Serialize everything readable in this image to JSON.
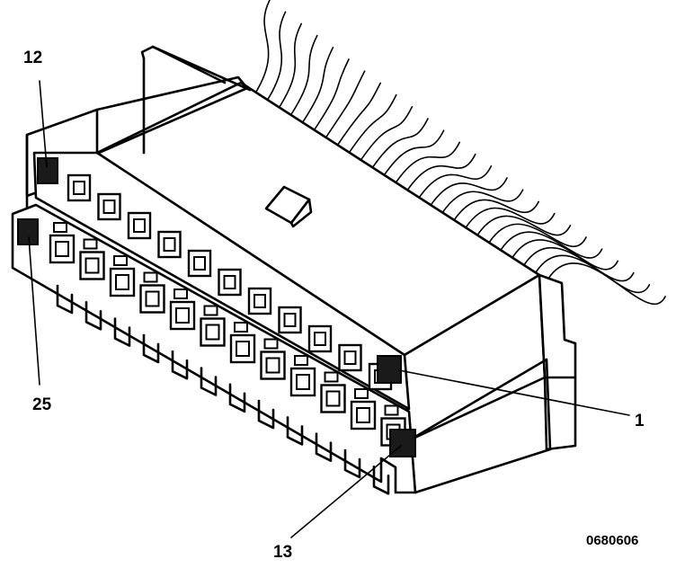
{
  "diagram": {
    "callouts": {
      "pin_12": "12",
      "pin_25": "25",
      "pin_1": "1",
      "pin_13": "13"
    },
    "figure_id": "0680606"
  },
  "colors": {
    "ink": "#000000",
    "paper": "#ffffff",
    "pin_fill": "#1a1a1a"
  }
}
